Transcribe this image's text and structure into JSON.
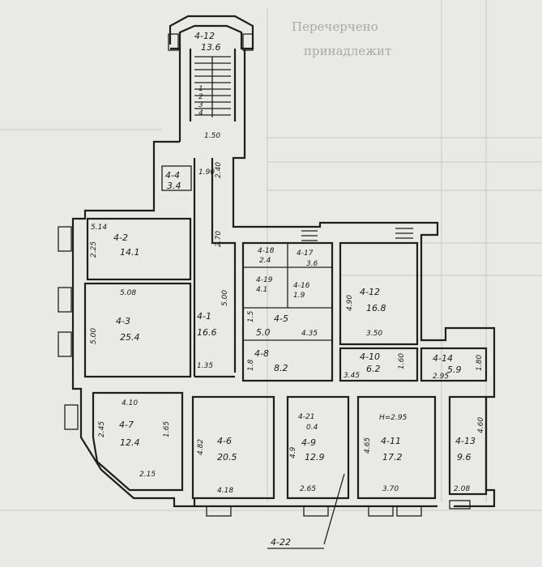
{
  "background_text": [
    "Перечерчено",
    "принадлежит"
  ],
  "rooms": [
    {
      "id": "r12",
      "label": "4-12",
      "area": "13.6"
    },
    {
      "id": "r4",
      "label": "4-4",
      "area": "3.4"
    },
    {
      "id": "r2",
      "label": "4-2",
      "area": "14.1"
    },
    {
      "id": "r3",
      "label": "4-3",
      "area": "25.4"
    },
    {
      "id": "r1",
      "label": "4-1",
      "area": "16.6"
    },
    {
      "id": "r7",
      "label": "4-7",
      "area": "12.4"
    },
    {
      "id": "r6",
      "label": "4-6",
      "area": "20.5"
    },
    {
      "id": "r18",
      "label": "4-18",
      "area": "2.4"
    },
    {
      "id": "r17",
      "label": "4-17",
      "area": "3.6"
    },
    {
      "id": "r19",
      "label": "4-19",
      "area": "4.1"
    },
    {
      "id": "r16",
      "label": "4-16",
      "area": "1.9"
    },
    {
      "id": "r5",
      "label": "4-5",
      "area": "5.0"
    },
    {
      "id": "r8",
      "label": "4-8",
      "area": "8.2"
    },
    {
      "id": "r12b",
      "label": "4-12",
      "area": "16.8"
    },
    {
      "id": "r10",
      "label": "4-10",
      "area": "6.2"
    },
    {
      "id": "r14",
      "label": "4-14",
      "area": "5.9"
    },
    {
      "id": "r21",
      "label": "4-21",
      "area": "0.4"
    },
    {
      "id": "r9",
      "label": "4-9",
      "area": "12.9"
    },
    {
      "id": "r11",
      "label": "4-11",
      "area": "17.2"
    },
    {
      "id": "r13",
      "label": "4-13",
      "area": "9.6"
    }
  ],
  "dimensions": [
    "1.50",
    "1.90",
    "2.40",
    "2.70",
    "5.14",
    "2.25",
    "5.08",
    "5.00",
    "5.00",
    "4.35",
    "1.35",
    "4.10",
    "2.45",
    "1.65",
    "2.15",
    "4.82",
    "4.18",
    "1.5",
    "1.8",
    "3.50",
    "4.90",
    "3.45",
    "1.60",
    "2.95",
    "1.80",
    "H=2.95",
    "4.65",
    "3.70",
    "4.60",
    "2.08",
    "2.65",
    "4.9"
  ],
  "callout": "4-22",
  "stair_numbers": [
    "1",
    "2",
    "3",
    "4"
  ]
}
